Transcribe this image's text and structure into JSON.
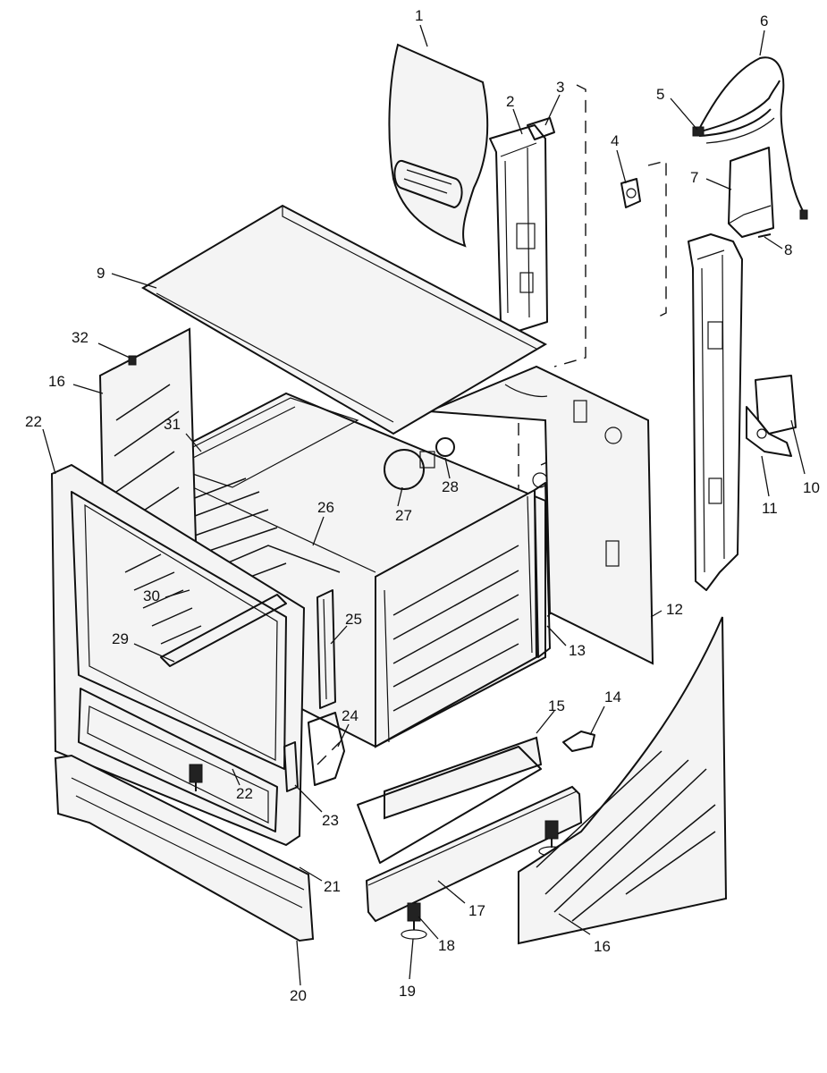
{
  "callouts": [
    {
      "id": "c1",
      "text": "1"
    },
    {
      "id": "c2",
      "text": "2"
    },
    {
      "id": "c3",
      "text": "3"
    },
    {
      "id": "c4",
      "text": "4"
    },
    {
      "id": "c5",
      "text": "5"
    },
    {
      "id": "c6",
      "text": "6"
    },
    {
      "id": "c7",
      "text": "7"
    },
    {
      "id": "c8",
      "text": "8"
    },
    {
      "id": "c9",
      "text": "9"
    },
    {
      "id": "c10",
      "text": "10"
    },
    {
      "id": "c11",
      "text": "11"
    },
    {
      "id": "c12",
      "text": "12"
    },
    {
      "id": "c13",
      "text": "13"
    },
    {
      "id": "c14",
      "text": "14"
    },
    {
      "id": "c15",
      "text": "15"
    },
    {
      "id": "c16a",
      "text": "16"
    },
    {
      "id": "c16b",
      "text": "16"
    },
    {
      "id": "c17",
      "text": "17"
    },
    {
      "id": "c18",
      "text": "18"
    },
    {
      "id": "c19",
      "text": "19"
    },
    {
      "id": "c20",
      "text": "20"
    },
    {
      "id": "c21",
      "text": "21"
    },
    {
      "id": "c22a",
      "text": "22"
    },
    {
      "id": "c22b",
      "text": "22"
    },
    {
      "id": "c23",
      "text": "23"
    },
    {
      "id": "c24",
      "text": "24"
    },
    {
      "id": "c25",
      "text": "25"
    },
    {
      "id": "c26",
      "text": "26"
    },
    {
      "id": "c27",
      "text": "27"
    },
    {
      "id": "c28",
      "text": "28"
    },
    {
      "id": "c29",
      "text": "29"
    },
    {
      "id": "c30",
      "text": "30"
    },
    {
      "id": "c31",
      "text": "31"
    },
    {
      "id": "c32",
      "text": "32"
    }
  ]
}
